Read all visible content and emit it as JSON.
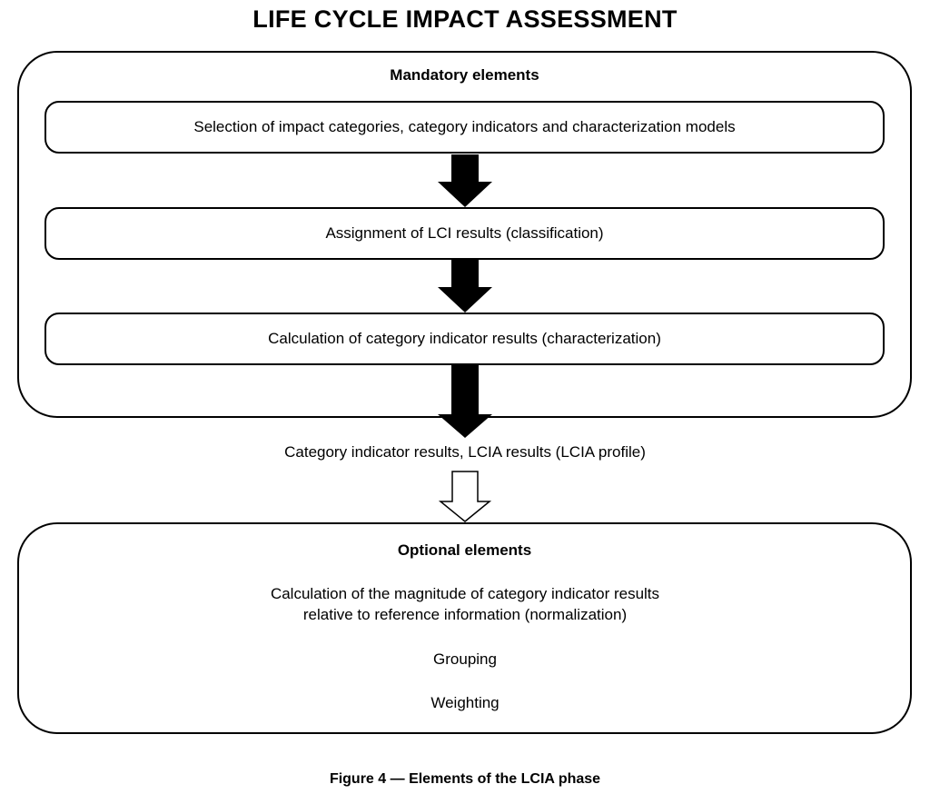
{
  "title": "LIFE CYCLE IMPACT ASSESSMENT",
  "mandatory": {
    "heading": "Mandatory elements",
    "steps": [
      "Selection of impact categories, category indicators and characterization models",
      "Assignment of LCI results (classification)",
      "Calculation of category indicator results (characterization)"
    ]
  },
  "intermediate_result": "Category indicator results, LCIA results (LCIA profile)",
  "optional": {
    "heading": "Optional elements",
    "items": [
      "Calculation of the magnitude of category indicator results",
      "relative to reference information (normalization)",
      "Grouping",
      "Weighting"
    ]
  },
  "caption": "Figure 4 — Elements of the LCIA phase",
  "colors": {
    "line": "#000000",
    "background": "#ffffff"
  }
}
